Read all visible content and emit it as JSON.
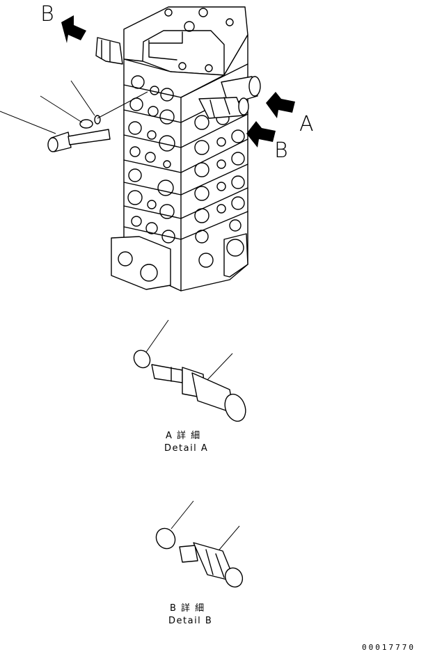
{
  "callouts": {
    "top_left_B": "B",
    "right_A": "A",
    "right_B": "B"
  },
  "details": {
    "a": {
      "title_jp": "A 詳 細",
      "title_en": "Detail A"
    },
    "b": {
      "title_jp": "B 詳 細",
      "title_en": "Detail B"
    }
  },
  "document_number": "00017770"
}
